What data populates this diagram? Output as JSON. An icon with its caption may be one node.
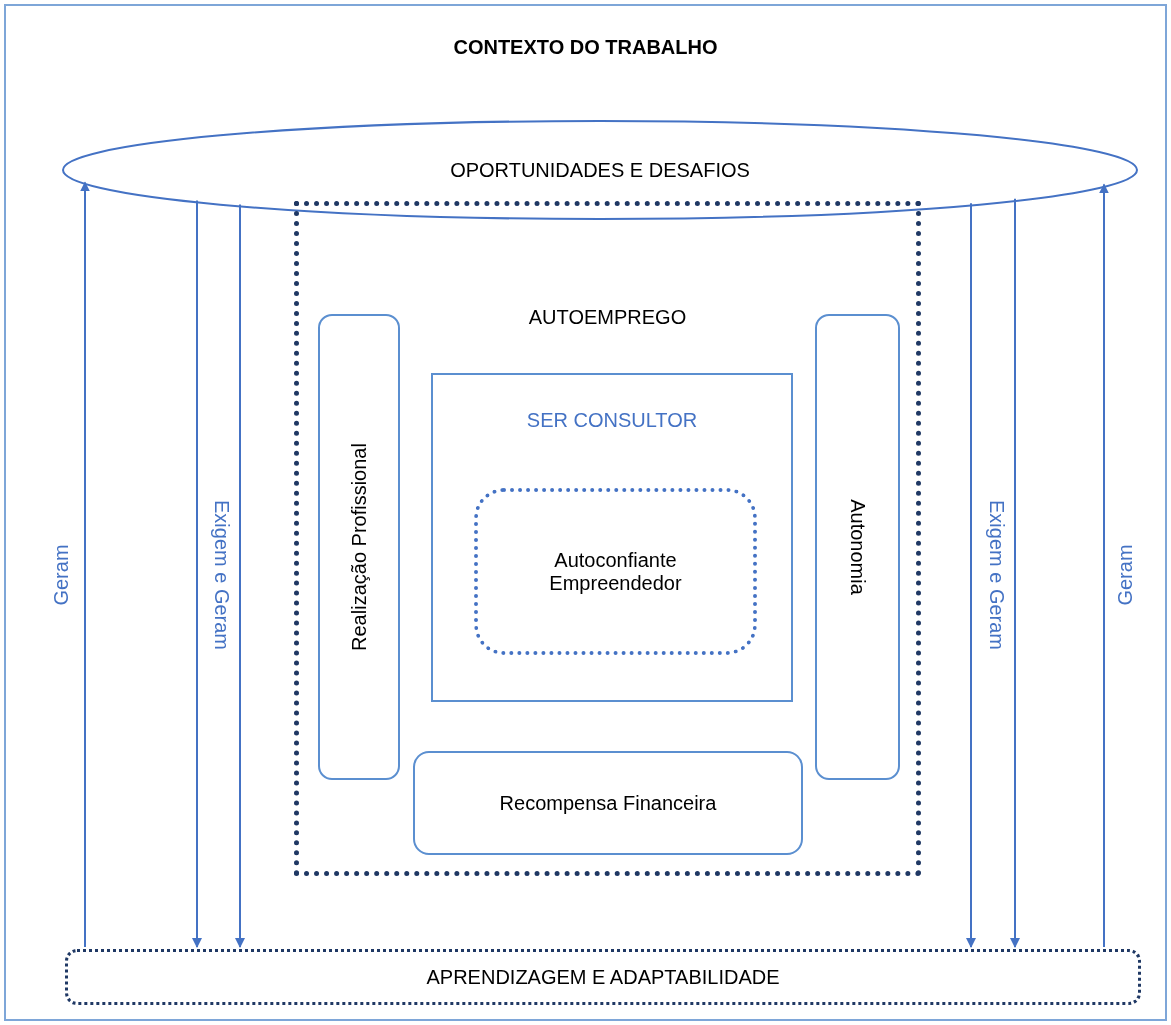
{
  "diagram": {
    "nodes": [
      {
        "text": [
          "CONTEXTO DO TRABALHO"
        ]
      },
      {
        "text": [
          "OPORTUNIDADES E DESAFIOS"
        ],
        "in": 0
      },
      {
        "text": [
          "AUTOEMPREGO"
        ],
        "in": 0
      },
      {
        "text": [
          "Realização Profissional"
        ],
        "in": 2
      },
      {
        "text": [
          "Autonomia"
        ],
        "in": 2
      },
      {
        "text": [
          "SER CONSULTOR"
        ],
        "in": 2
      },
      {
        "text": [
          "Autoconfiante Empreendedor"
        ],
        "in": 5
      },
      {
        "text": [
          "Recompensa Financeira"
        ],
        "in": 2
      },
      {
        "text": [
          "APRENDIZAGEM E ADAPTABILIDADE"
        ],
        "in": 0
      }
    ],
    "edges": [
      {
        "from": 8,
        "to": 1,
        "arrow": "to",
        "label": "Geram"
      },
      {
        "from": 1,
        "to": 8,
        "arrow": "to",
        "label": "Exigem e Geram"
      },
      {
        "from": 1,
        "to": 8,
        "arrow": "to"
      },
      {
        "from": 1,
        "to": 8,
        "arrow": "to",
        "label": "Exigem e Geram"
      },
      {
        "from": 1,
        "to": 8,
        "arrow": "to"
      },
      {
        "from": 8,
        "to": 1,
        "arrow": "to",
        "label": "Geram"
      }
    ]
  }
}
